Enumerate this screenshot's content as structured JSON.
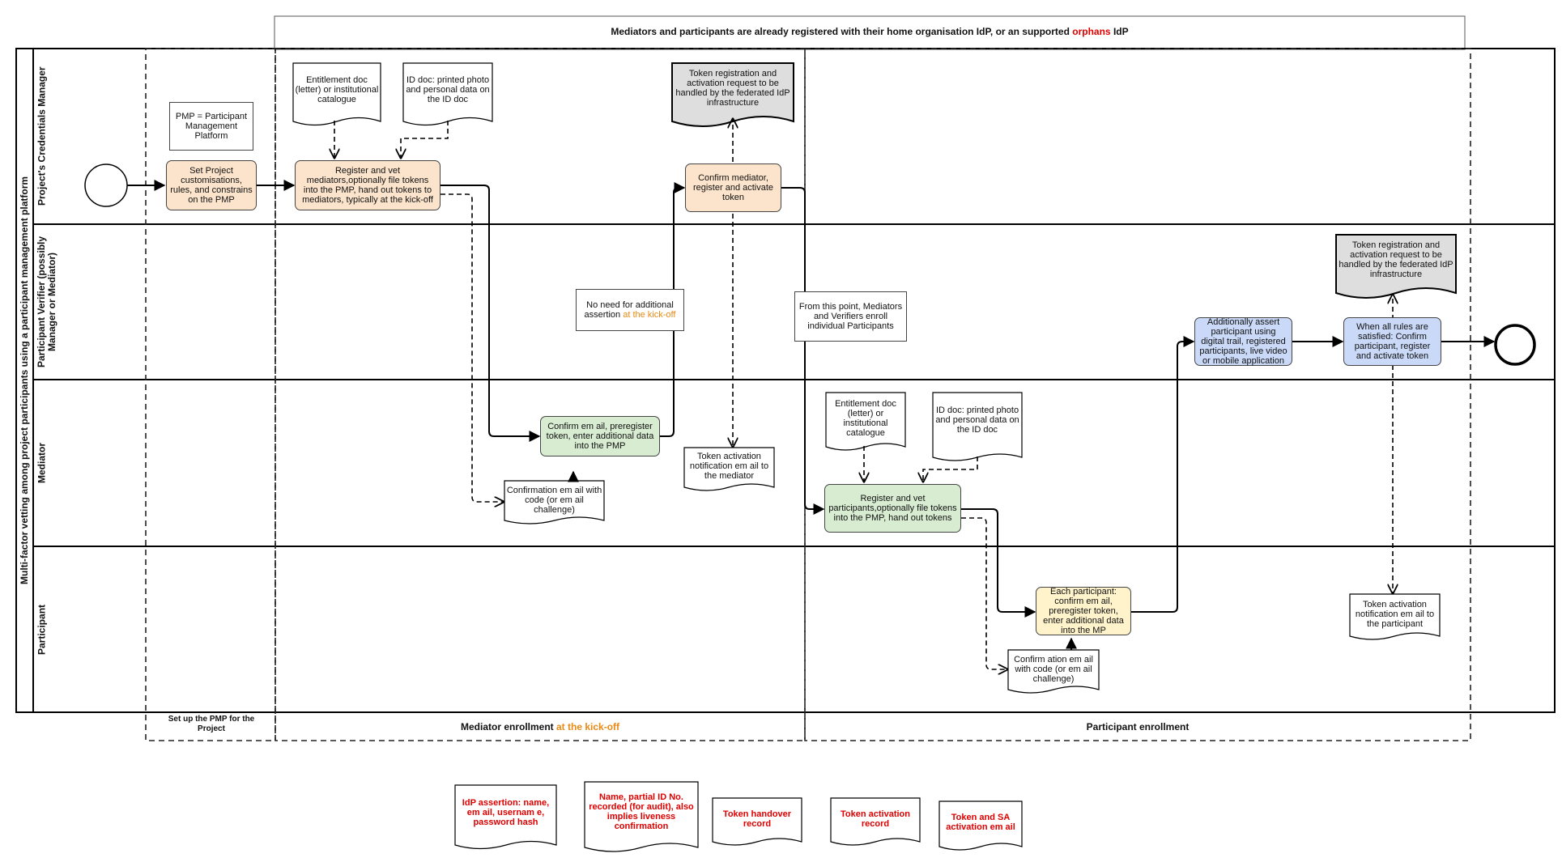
{
  "title": "Multi-factor vetting among project participants using a participant management platform",
  "banner": {
    "text_before": "Mediators and participants are already registered  with their home organisation IdP, or an supported ",
    "highlight": "orphans",
    "text_after": " IdP"
  },
  "lanes": [
    "Project's Credentials Manager",
    "Participant Verifier (possibly Manager or Mediator)",
    "Mediator",
    "Participant"
  ],
  "phases": {
    "setup": "Set up the PMP for the Project",
    "mediator_before": "Mediator enrollment ",
    "mediator_highlight": "at the kick-off",
    "participant": "Participant enrollment"
  },
  "tasks": {
    "set_project": "Set Project customisations, rules, and constrains on the PMP",
    "register_mediators": "Register and vet mediators,optionally file tokens into the PMP, hand out tokens to mediators, typically at the kick-off",
    "confirm_mediator": "Confirm mediator, register and activate token",
    "confirm_email_mediator": "Confirm em ail, preregister token, enter additional data into the PMP",
    "register_participants": "Register and vet participants,optionally file tokens into the PMP, hand out tokens",
    "each_participant": "Each participant: confirm em ail, preregister token, enter additional data into the MP",
    "assert_participant": "Additionally assert participant using digital trail, registered participants, live video or mobile application",
    "all_rules": "When all rules are satisfied: Confirm participant, register and activate token"
  },
  "notes": {
    "pmp": "PMP = Participant Management Platform",
    "no_need_before": "No need for additional assertion ",
    "no_need_highlight": "at the kick-off",
    "from_this_point": "From this point, Mediators and Verifiers enroll individual Participants"
  },
  "documents": {
    "entitlement_1": "Entitlement doc (letter) or institutional catalogue",
    "id_doc_1": "ID doc: printed photo and personal data on the ID doc",
    "token_reg_1": "Token registration and activation request to be handled by the federated IdP infrastructure",
    "token_act_mediator": "Token activation notification em ail to the mediator",
    "confirm_email_code_1": "Confirmation em ail with code (or em ail challenge)",
    "entitlement_2": "Entitlement doc (letter) or institutional catalogue",
    "id_doc_2": "ID doc: printed photo and personal data on the ID doc",
    "confirm_email_code_2": "Confirm ation em ail with code (or em ail challenge)",
    "token_reg_2": "Token registration and activation request to be handled by the federated IdP infrastructure",
    "token_act_participant": "Token activation notification em ail to the participant"
  },
  "legend": [
    "IdP assertion: name, em ail, usernam e, password hash",
    "Name, partial ID No. recorded (for audit), also implies liveness confirmation",
    "Token handover record",
    "Token activation record",
    "Token and SA activation em ail"
  ],
  "colors": {
    "orange_task": "#fce4cc",
    "green_task": "#d8ecd2",
    "blue_task": "#c9d9f7",
    "yellow_task": "#fff3cc",
    "grey_doc": "#dedede",
    "accent_red": "#e00000",
    "accent_orange": "#e88a16"
  }
}
